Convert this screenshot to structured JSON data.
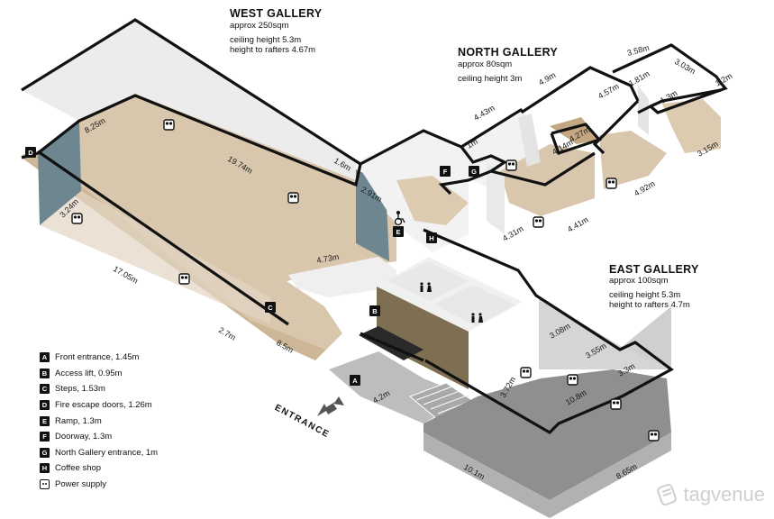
{
  "west_gallery": {
    "title": "WEST GALLERY",
    "line1": "approx 250sqm",
    "line2": "ceiling height 5.3m",
    "line3": "height to rafters 4.67m"
  },
  "north_gallery": {
    "title": "NORTH GALLERY",
    "line1": "approx 80sqm",
    "line2": "ceiling height 3m"
  },
  "east_gallery": {
    "title": "EAST GALLERY",
    "line1": "approx 100sqm",
    "line2": "ceiling height 5.3m",
    "line3": "height to rafters 4.7m"
  },
  "dimensions": [
    "8.25m",
    "19.74m",
    "1.6m",
    "2.91m",
    "3.24m",
    "17.05m",
    "4.73m",
    "2.7m",
    "8.5m",
    "4.2m",
    "10.1m",
    "8.65m",
    "3.72m",
    "10.8m",
    "3.08m",
    "3.55m",
    "3.3m",
    "4.43m",
    "4.9m",
    "4.57m",
    "1m",
    "4.27m",
    "4.14m",
    "4.31m",
    "4.41m",
    "4.92m",
    "3.15m",
    "3.58m",
    "1.81m",
    "3.03m",
    "1.2m",
    "1.3m"
  ],
  "markers": [
    "A",
    "B",
    "C",
    "D",
    "E",
    "F",
    "G",
    "H"
  ],
  "legend": [
    {
      "key": "A",
      "label": "Front entrance, 1.45m"
    },
    {
      "key": "B",
      "label": "Access lift, 0.95m"
    },
    {
      "key": "C",
      "label": "Steps, 1.53m"
    },
    {
      "key": "D",
      "label": "Fire escape doors, 1.26m"
    },
    {
      "key": "E",
      "label": "Ramp, 1.3m"
    },
    {
      "key": "F",
      "label": "Doorway, 1.3m"
    },
    {
      "key": "G",
      "label": "North Gallery entrance, 1m"
    },
    {
      "key": "H",
      "label": "Coffee shop"
    },
    {
      "key": "plug",
      "label": "Power supply"
    }
  ],
  "entrance_label": "ENTRANCE",
  "brand": "tagvenue",
  "colors": {
    "floor_tan": "#d8c6ad",
    "floor_dark": "#c2a782",
    "wall_light": "#ececec",
    "wall_grey": "#c9c9c9",
    "teal_wall": "#6d8690",
    "east_floor": "#8f8f8f",
    "lift_block": "#7e6e52",
    "outline": "#111111"
  }
}
